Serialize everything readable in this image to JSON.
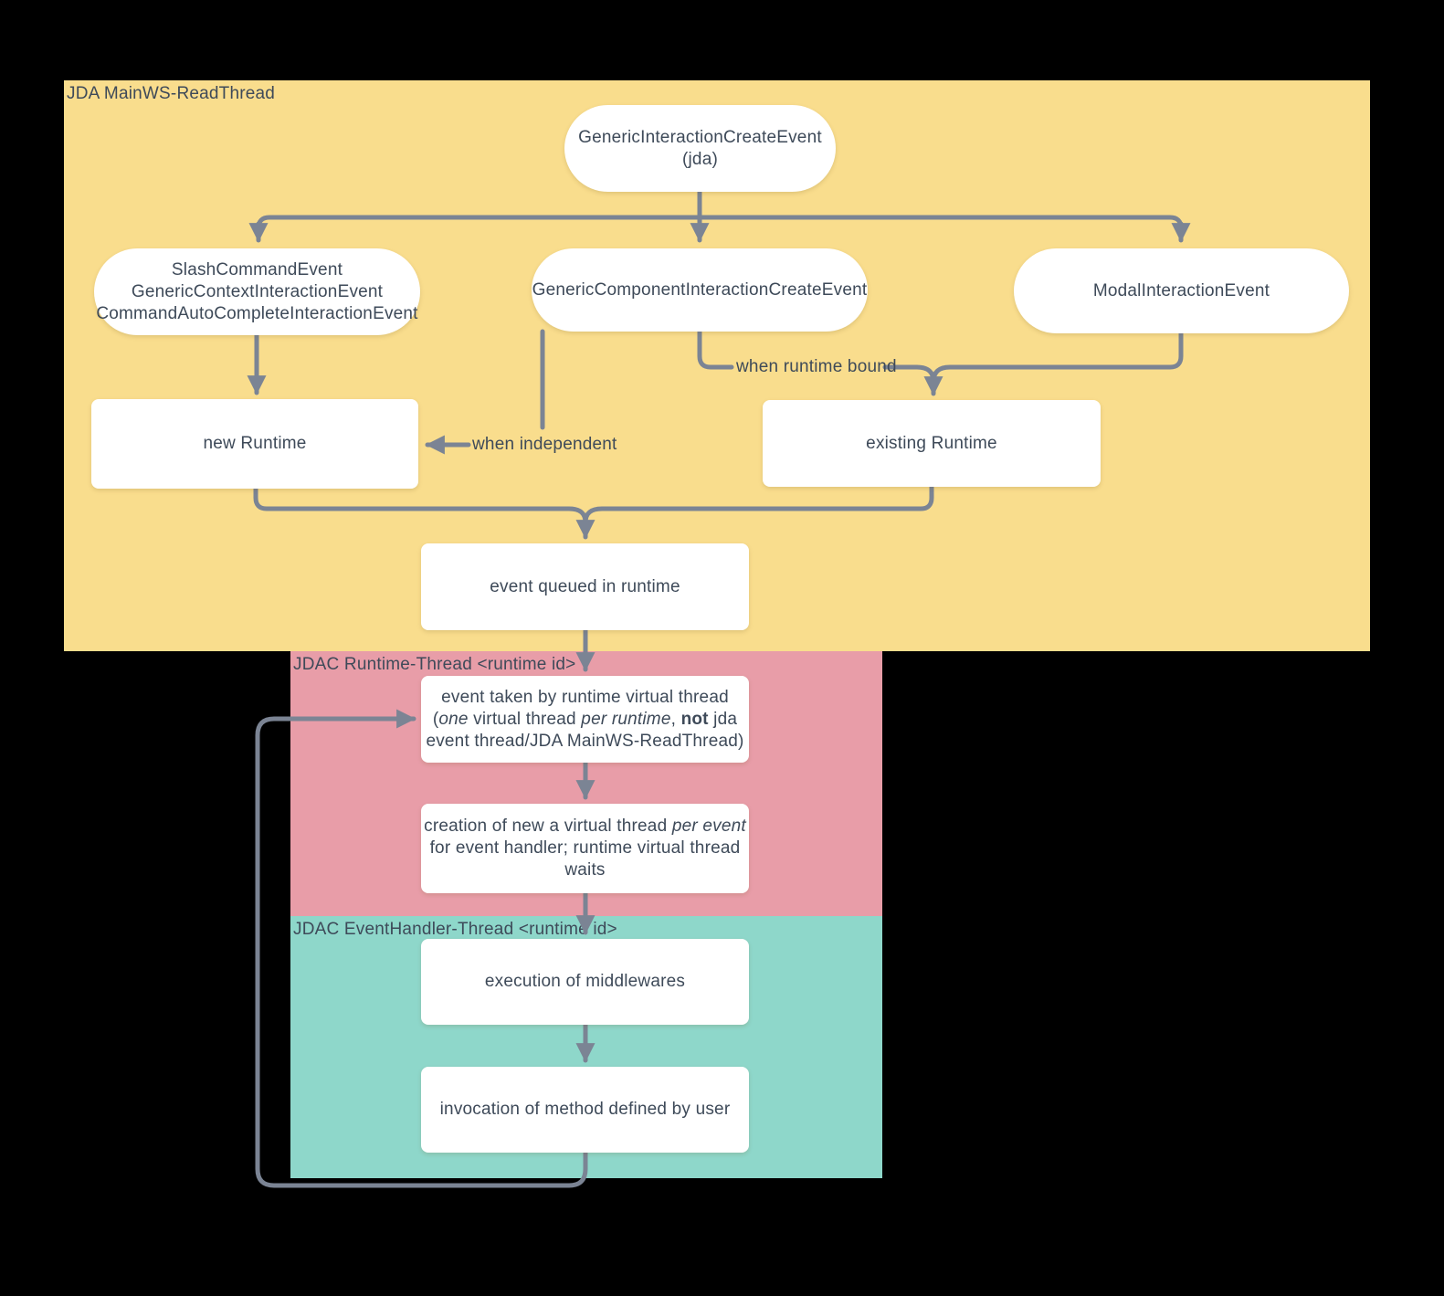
{
  "colors": {
    "background": "#000000",
    "region_jda": "#f9dd8d",
    "region_runtime": "#e89da8",
    "region_handler": "#8ed7ca",
    "node_fill": "#ffffff",
    "connector": "#7b8494",
    "text": "#3e4a59"
  },
  "regions": {
    "jda": {
      "label": "JDA MainWS-ReadThread"
    },
    "runtime": {
      "label": "JDAC Runtime-Thread <runtime id>"
    },
    "handler": {
      "label": "JDAC EventHandler-Thread <runtime id>"
    }
  },
  "nodes": {
    "generic_interaction": {
      "label": "GenericInteractionCreateEvent (jda)"
    },
    "slash_group": {
      "lines": [
        [
          {
            "t": "SlashCommandEvent"
          }
        ],
        [
          {
            "t": "GenericContextInteractionEvent"
          }
        ],
        [
          {
            "t": "CommandAutoCompleteInteractionEvent"
          }
        ]
      ]
    },
    "generic_component": {
      "label": "GenericComponentInteractionCreateEvent"
    },
    "modal": {
      "label": "ModalInteractionEvent"
    },
    "new_runtime": {
      "label": "new Runtime"
    },
    "existing_runtime": {
      "label": "existing Runtime"
    },
    "event_queued": {
      "label": "event queued in runtime"
    },
    "event_taken": {
      "lines": [
        [
          {
            "t": "event taken by runtime virtual thread"
          }
        ],
        [
          {
            "t": "("
          },
          {
            "t": "one",
            "i": true
          },
          {
            "t": " virtual thread "
          },
          {
            "t": "per runtime",
            "i": true
          },
          {
            "t": ", "
          },
          {
            "t": "not",
            "b": true
          },
          {
            "t": " jda"
          }
        ],
        [
          {
            "t": "event thread/JDA MainWS-ReadThread)"
          }
        ]
      ]
    },
    "creation": {
      "lines": [
        [
          {
            "t": "creation of new a virtual thread "
          },
          {
            "t": "per event",
            "i": true
          }
        ],
        [
          {
            "t": "for event handler; runtime virtual thread"
          }
        ],
        [
          {
            "t": "waits"
          }
        ]
      ]
    },
    "middlewares": {
      "label": "execution of middlewares"
    },
    "invocation": {
      "label": "invocation of method defined by user"
    }
  },
  "edge_labels": {
    "when_runtime_bound": "when runtime bound",
    "when_independent": "when independent"
  }
}
